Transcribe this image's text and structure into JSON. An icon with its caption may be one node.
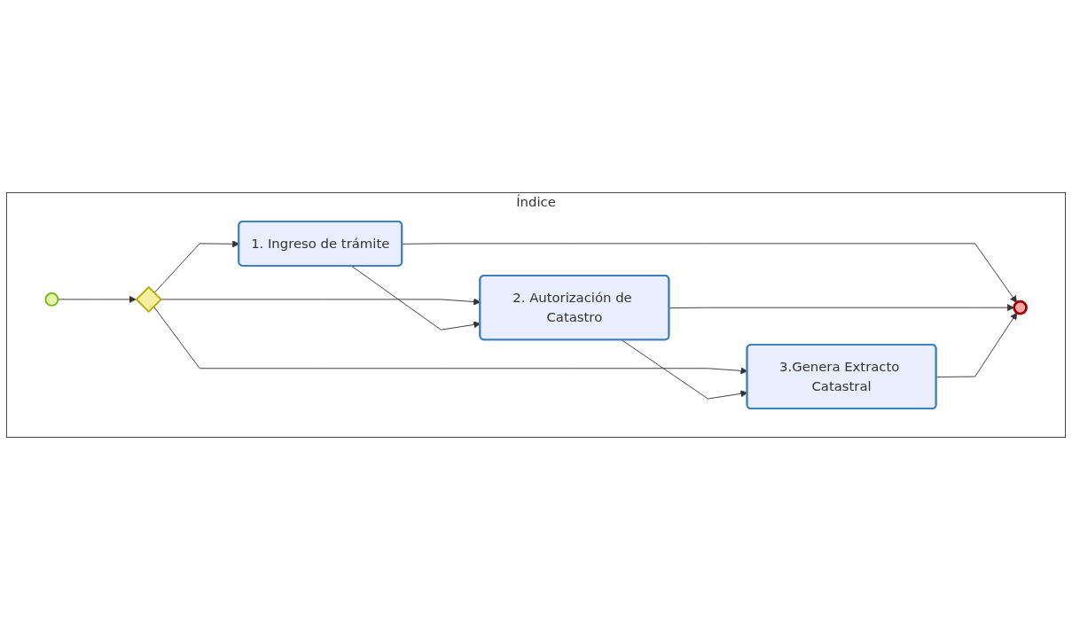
{
  "diagram": {
    "nodes": [
      {
        "text": [
          "Índice"
        ]
      },
      {
        "text": [],
        "shape": "circle",
        "in": 0
      },
      {
        "text": [],
        "shape": "diamond",
        "in": 0
      },
      {
        "text": [
          "1. Ingreso de trámite"
        ],
        "in": 0
      },
      {
        "text": [
          "2. Autorización de Catastro"
        ],
        "in": 0
      },
      {
        "text": [
          "3.Genera Extracto Catastral"
        ],
        "in": 0
      },
      {
        "text": [],
        "shape": "circle",
        "in": 0
      }
    ],
    "edges": [
      {
        "from": 1,
        "to": 2,
        "arrow": "to"
      },
      {
        "from": 2,
        "to": 3,
        "arrow": "to"
      },
      {
        "from": 2,
        "to": 4,
        "arrow": "to"
      },
      {
        "from": 2,
        "to": 5,
        "arrow": "to"
      },
      {
        "from": 3,
        "to": 4,
        "arrow": "to"
      },
      {
        "from": 4,
        "to": 5,
        "arrow": "to"
      },
      {
        "from": 3,
        "to": 6,
        "arrow": "to"
      },
      {
        "from": 4,
        "to": 6,
        "arrow": "to"
      },
      {
        "from": 5,
        "to": 6,
        "arrow": "to"
      }
    ]
  }
}
